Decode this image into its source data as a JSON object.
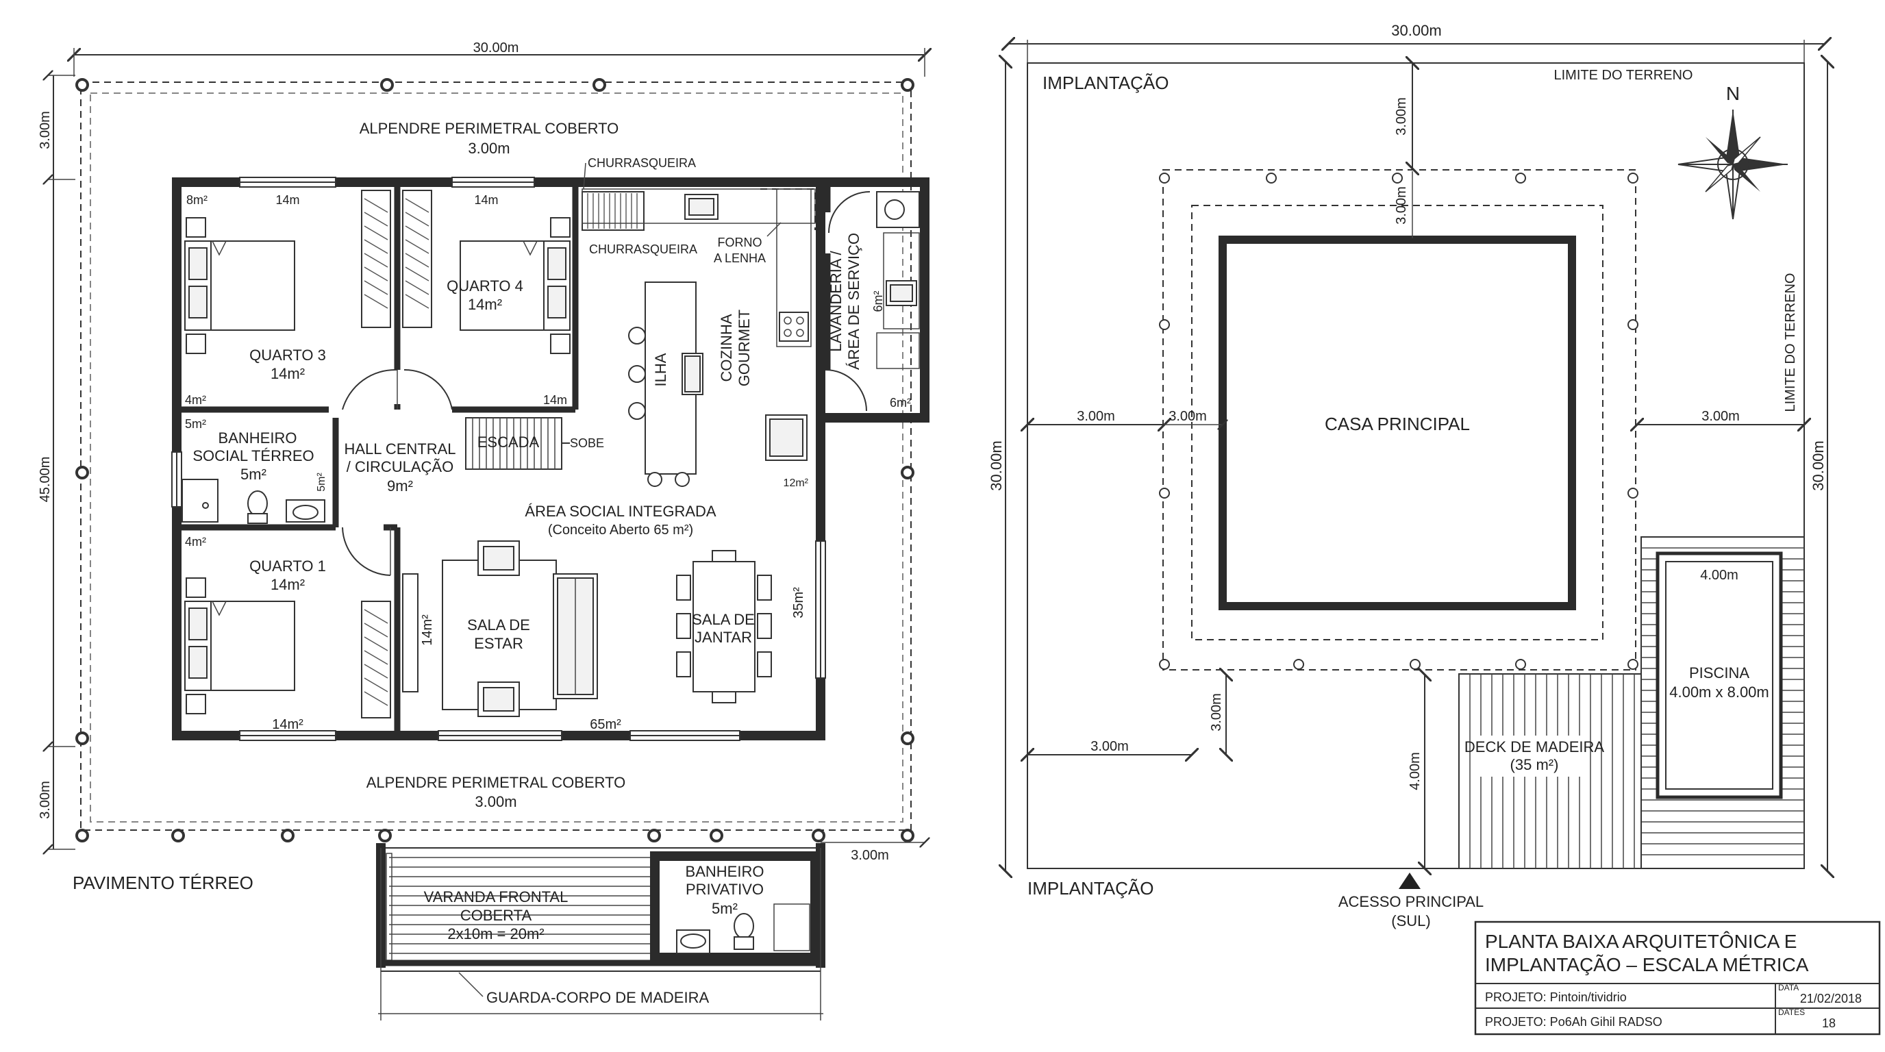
{
  "ground_floor": {
    "total_width": "30.00m",
    "total_depth": "45.00m",
    "side_top": "3.00m",
    "side_bottom": "3.00m",
    "porch_top_label": "ALPENDRE PERIMETRAL COBERTO",
    "porch_top_dim": "3.00m",
    "porch_bottom_label": "ALPENDRE PERIMETRAL COBERTO",
    "porch_bottom_dim": "3.00m",
    "floor_label": "PAVIMENTO TÉRREO",
    "porch_side_dim": "3.00m",
    "bedroom3": {
      "name": "QUARTO 3",
      "area": "14m²",
      "top": "14m",
      "corner_tl": "8m²",
      "corner_bl": "4m²"
    },
    "bedroom4": {
      "name": "QUARTO 4",
      "area": "14m²",
      "top": "14m",
      "corner_br": "14m"
    },
    "bathroom": {
      "name_1": "BANHEIRO",
      "name_2": "SOCIAL TÉRREO",
      "area": "5m²",
      "corner": "5m²",
      "side": "5m²"
    },
    "hall": {
      "name_1": "HALL CENTRAL",
      "name_2": "/ CIRCULAÇÃO",
      "area": "9m²"
    },
    "stairs": {
      "name": "ESCADA",
      "up": "SOBE"
    },
    "bedroom1": {
      "name": "QUARTO 1",
      "area": "14m²",
      "corner": "4m²",
      "bottom": "14m²",
      "side": "14m²"
    },
    "kitchen": {
      "name_1": "COZINHA",
      "name_2": "GOURMET",
      "island": "ILHA",
      "grill_top": "CHURRASQUEIRA",
      "grill": "CHURRASQUEIRA",
      "oven_1": "FORNO",
      "oven_2": "A LENHA"
    },
    "laundry": {
      "name_1": "LAVANDERIA /",
      "name_2": "ÁREA DE SERVIÇO",
      "area": "6m²",
      "corner": "6m²"
    },
    "social": {
      "name": "ÁREA SOCIAL INTEGRADA",
      "sub": "(Conceito Aberto 65 m²)",
      "area_bottom": "65m²",
      "side": "35m²",
      "corner": "12m²"
    },
    "living": {
      "name_1": "SALA DE",
      "name_2": "ESTAR"
    },
    "dining": {
      "name_1": "SALA DE",
      "name_2": "JANTAR"
    },
    "veranda": {
      "name_1": "VARANDA FRONTAL",
      "name_2": "COBERTA",
      "dim": "2x10m = 20m²"
    },
    "private_bath": {
      "name_1": "BANHEIRO",
      "name_2": "PRIVATIVO",
      "area": "5m²"
    },
    "railing": "GUARDA-CORPO DE MADEIRA"
  },
  "site_plan": {
    "width": "30.00m",
    "depth_left": "30.00m",
    "depth_right": "30.00m",
    "title_top": "IMPLANTAÇÃO",
    "title_bottom": "IMPLANTAÇÃO",
    "limit_top": "LIMITE DO TERRENO",
    "limit_right": "LIMITE DO TERRENO",
    "north": "N",
    "house": "CASA PRINCIPAL",
    "d_top_a": "3.00m",
    "d_top_b": "3.00m",
    "d_left_a": "3.00m",
    "d_left_b": "3.00m",
    "d_right": "3.00m",
    "d_bottom_v": "3.00m",
    "d_bottom_h": "3.00m",
    "d_access": "4.00m",
    "pool": {
      "width": "4.00m",
      "name": "PISCINA",
      "dim": "4.00m x 8.00m"
    },
    "deck": {
      "name": "DECK DE MADEIRA",
      "area": "(35 m²)"
    },
    "access_1": "ACESSO PRINCIPAL",
    "access_2": "(SUL)"
  },
  "title_block": {
    "title_1": "PLANTA BAIXA ARQUITETÔNICA E",
    "title_2": "IMPLANTAÇÃO – ESCALA MÉTRICA",
    "project_label": "PROJETO: Pintoin/tividrio",
    "project2_label": "PROJETO: Po6Ah Gihil RADSO",
    "date_caption": "DATA",
    "date": "21/02/2018",
    "sheet_caption": "DATES",
    "sheet": "18"
  },
  "colors": {
    "line": "#2b2b2b",
    "background": "#ffffff"
  }
}
